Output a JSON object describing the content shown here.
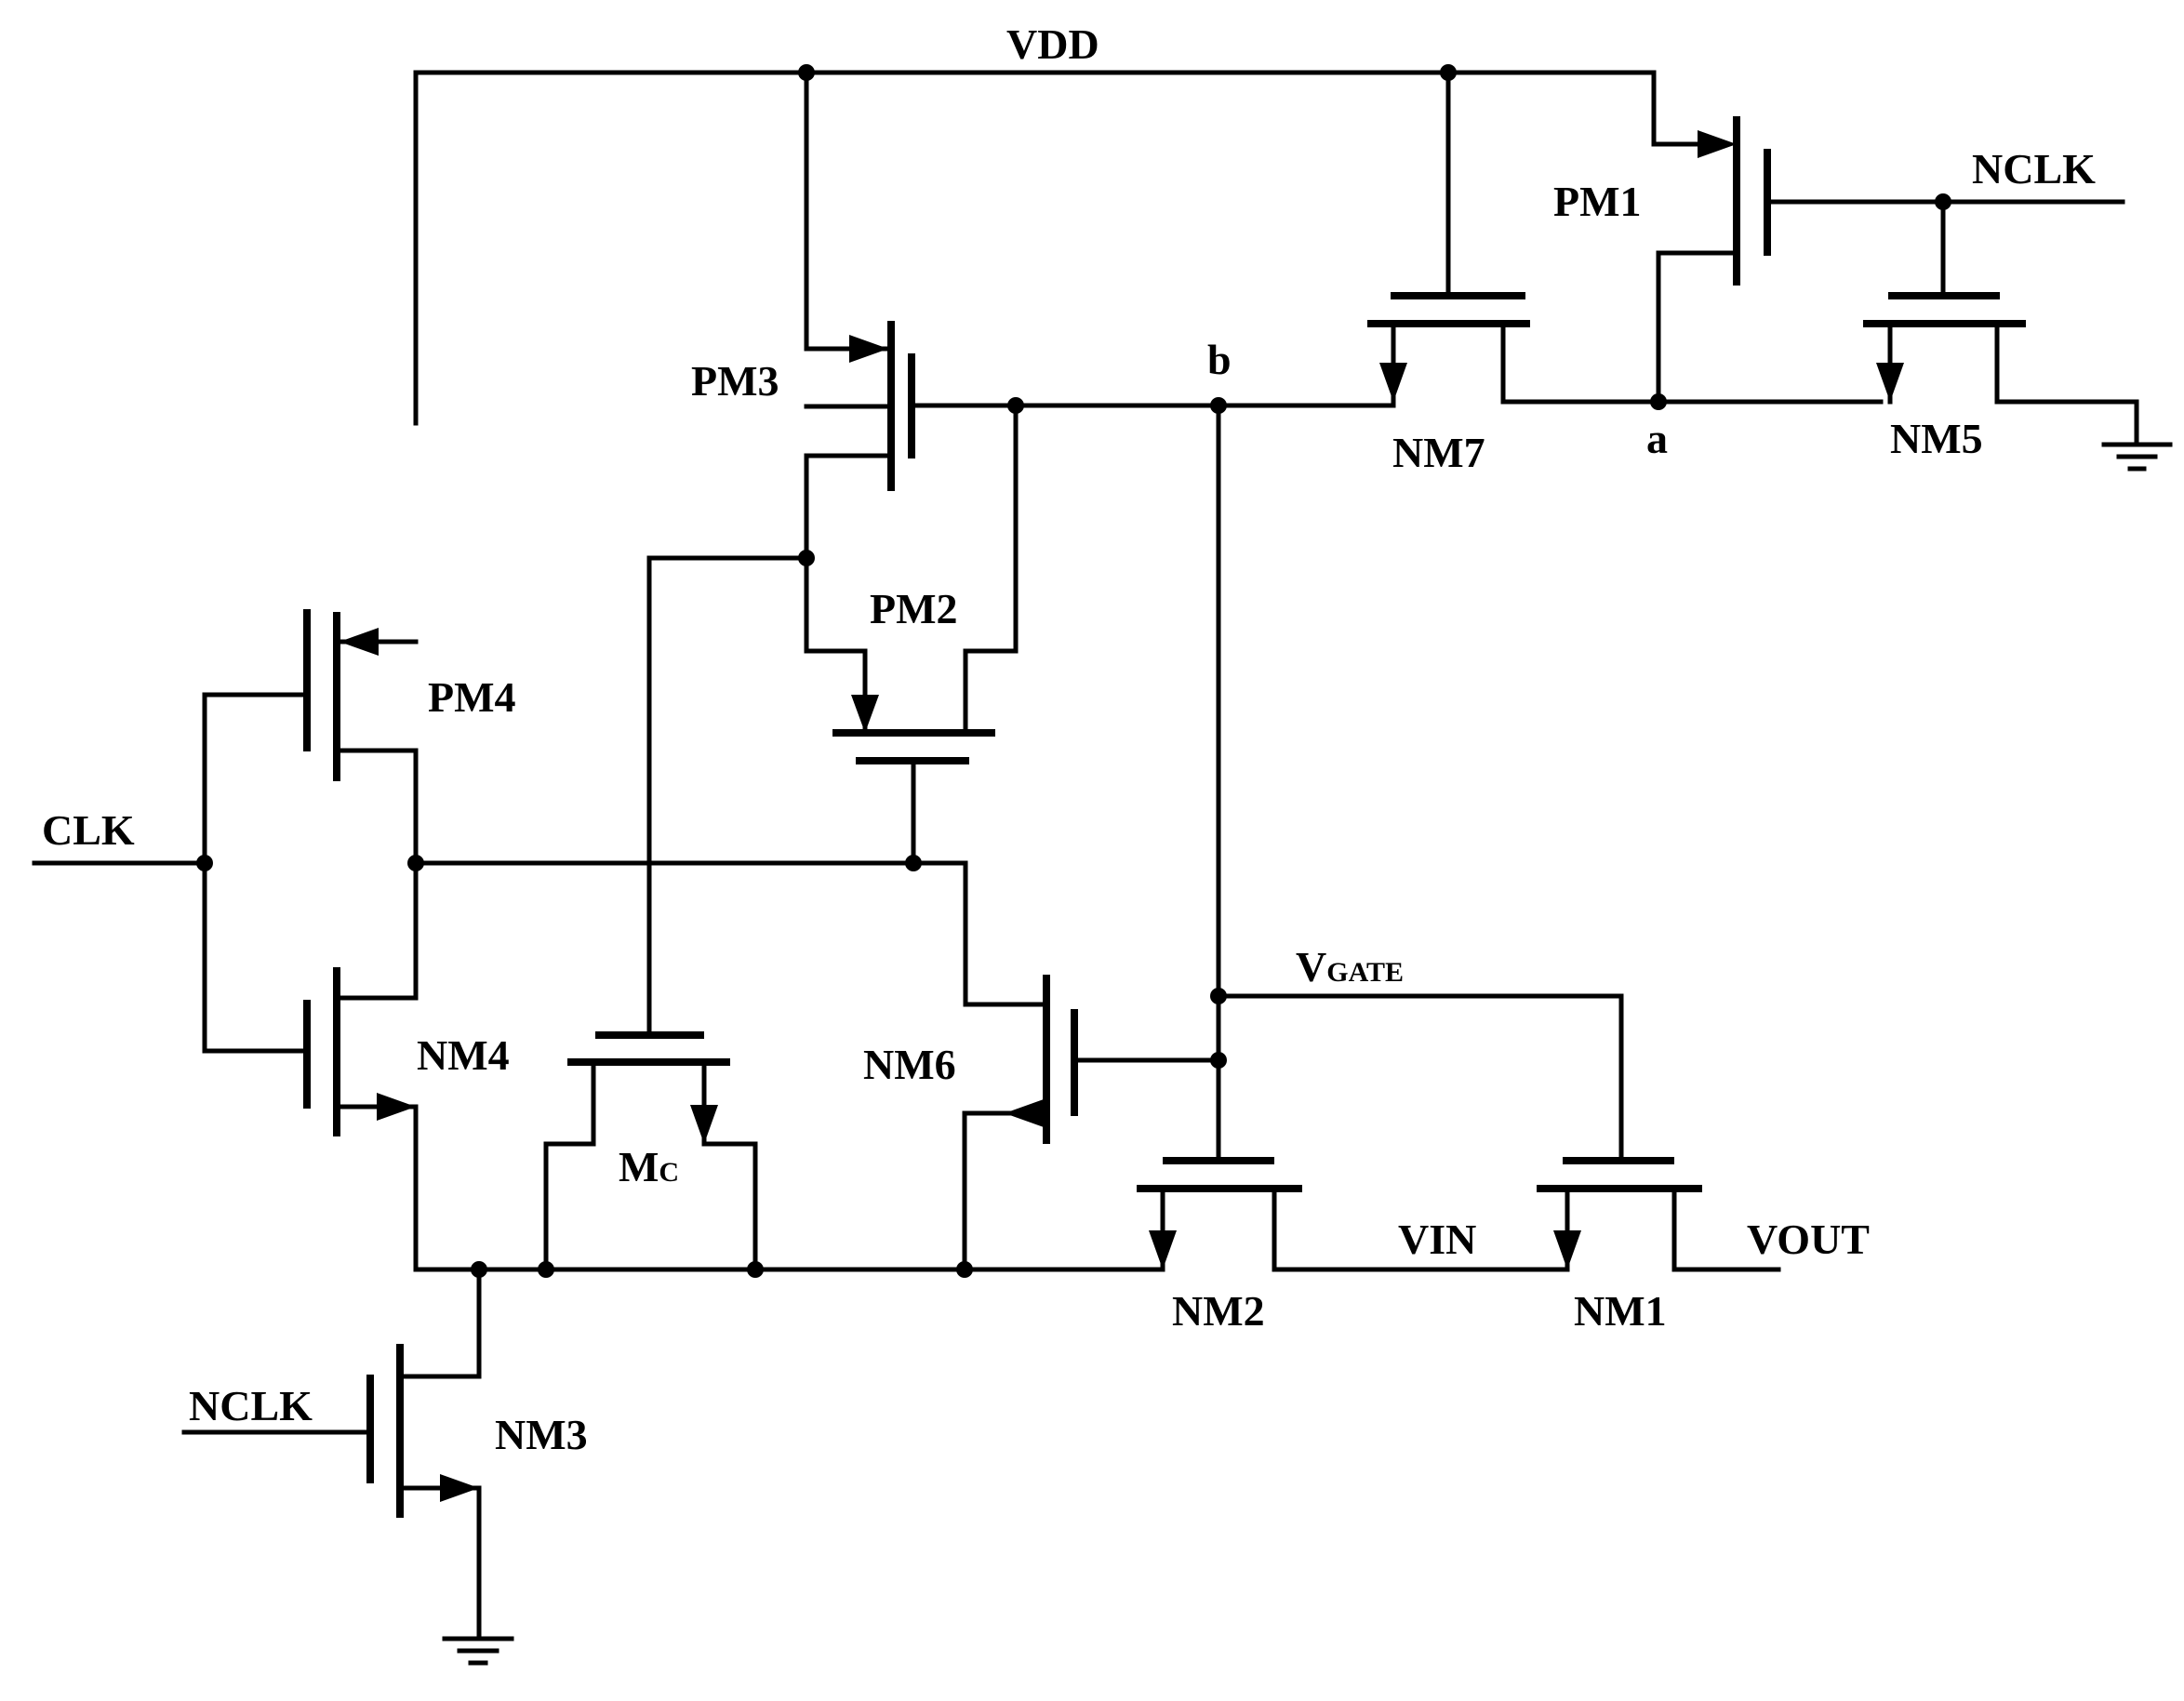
{
  "labels": {
    "vdd": "VDD",
    "nclk_top": "NCLK",
    "nclk_bottom": "NCLK",
    "clk": "CLK",
    "node_a": "a",
    "node_b": "b",
    "vgate_v": "V",
    "vgate_sub": "GATE",
    "vin": "VIN",
    "vout": "VOUT",
    "mc_m": "M",
    "mc_sub": "C"
  },
  "transistors": {
    "pm1": "PM1",
    "pm2": "PM2",
    "pm3": "PM3",
    "pm4": "PM4",
    "nm1": "NM1",
    "nm2": "NM2",
    "nm3": "NM3",
    "nm4": "NM4",
    "nm5": "NM5",
    "nm6": "NM6",
    "nm7": "NM7"
  }
}
